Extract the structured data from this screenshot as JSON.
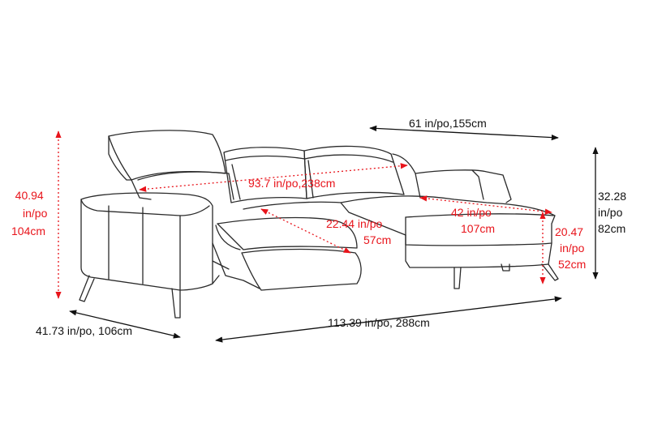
{
  "colors": {
    "dimension_red": "#e8141b",
    "dimension_black": "#111111",
    "outline": "#2a2a2a",
    "background": "#ffffff"
  },
  "dimensions": {
    "left_height": {
      "line1": "40.94",
      "line2": "in/po",
      "line3": "104cm"
    },
    "seat_width": "93.7 in/po,238cm",
    "seat_depth": {
      "line1": "22.44 in/po",
      "line2": "57cm"
    },
    "chaise_depth": {
      "line1": "42 in/po",
      "line2": "107cm"
    },
    "seat_height": {
      "line1": "20.47",
      "line2": "in/po",
      "line3": "52cm"
    },
    "chaise_width": "61 in/po,155cm",
    "right_height": {
      "line1": "32.28",
      "line2": "in/po",
      "line3": "82cm"
    },
    "total_depth": "41.73 in/po, 106cm",
    "total_width": "113.39 in/po, 288cm"
  }
}
